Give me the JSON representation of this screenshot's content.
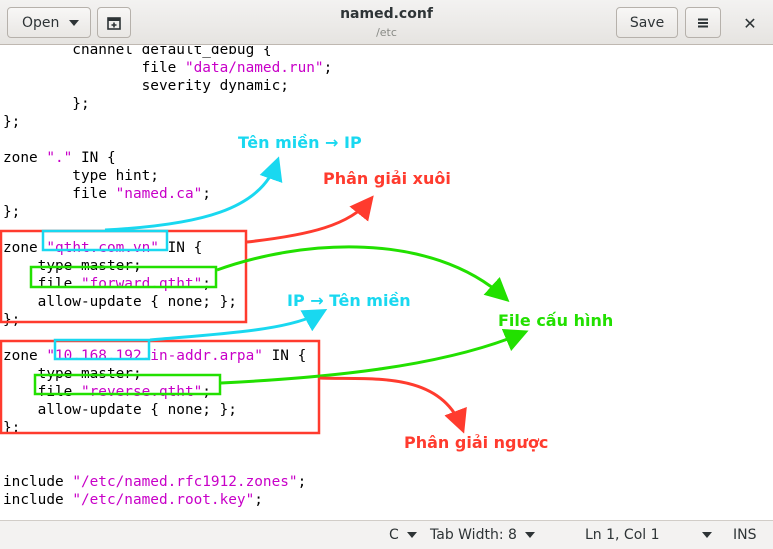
{
  "header": {
    "open_label": "Open",
    "title": "named.conf",
    "subtitle": "/etc",
    "save_label": "Save",
    "menu_icon": "hamburger-icon",
    "close_glyph": "✕"
  },
  "editor": {
    "lines": [
      {
        "text": "        channel default_debug {"
      },
      {
        "text": "                file \"data/named.run\";"
      },
      {
        "text": "                severity dynamic;"
      },
      {
        "text": "        };"
      },
      {
        "text": "};"
      },
      {
        "text": ""
      },
      {
        "text": "zone \".\" IN {"
      },
      {
        "text": "        type hint;"
      },
      {
        "text": "        file \"named.ca\";"
      },
      {
        "text": "};"
      },
      {
        "text": ""
      },
      {
        "text": "zone \"qtht.com.vn\" IN {"
      },
      {
        "text": "    type master;"
      },
      {
        "text": "    file \"forward.qtht\";"
      },
      {
        "text": "    allow-update { none; };"
      },
      {
        "text": "};"
      },
      {
        "text": ""
      },
      {
        "text": "zone \"10.168.192.in-addr.arpa\" IN {"
      },
      {
        "text": "    type master;"
      },
      {
        "text": "    file \"reverse.qtht\";"
      },
      {
        "text": "    allow-update { none; };"
      },
      {
        "text": "};"
      },
      {
        "text": ""
      },
      {
        "text": ""
      },
      {
        "text": "include \"/etc/named.rfc1912.zones\";"
      },
      {
        "text": "include \"/etc/named.root.key\";"
      }
    ]
  },
  "annotations": {
    "name_to_ip": "Tên miền → IP",
    "forward_resolution": "Phân giải xuôi",
    "ip_to_name": "IP → Tên miền",
    "config_file": "File cấu hình",
    "reverse_resolution": "Phân giải ngược"
  },
  "statusbar": {
    "language": "C",
    "tab_width": "Tab Width: 8",
    "position": "Ln 1, Col 1",
    "mode": "INS"
  },
  "colors": {
    "string": "#c800c8",
    "cyan_annotation": "#19d8f0",
    "red_annotation": "#ff3b2e",
    "green_annotation": "#22e000"
  }
}
